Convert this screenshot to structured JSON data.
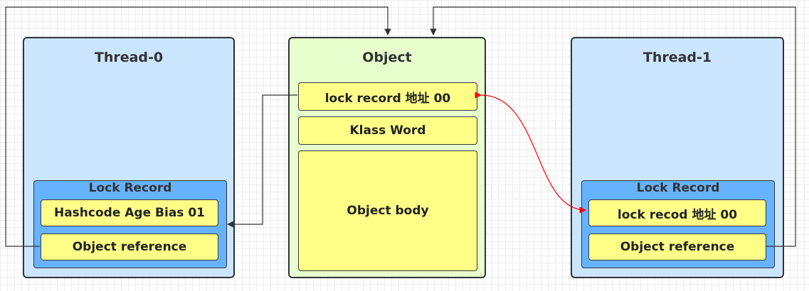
{
  "colors": {
    "thread_fill": "#cce5ff",
    "object_fill": "#e6ffcc",
    "lock_record_fill": "#66b2ff",
    "cell_fill": "#ffff88",
    "red_arrow": "#ff0000",
    "dark_line": "#333333"
  },
  "thread0": {
    "title": "Thread-0",
    "lock_record": {
      "title": "Lock Record",
      "cell1": "Hashcode Age Bias 01",
      "cell2": "Object reference"
    }
  },
  "object": {
    "title": "Object",
    "mark_word": "lock  record 地址 00",
    "klass_word": "Klass Word",
    "body": "Object body"
  },
  "thread1": {
    "title": "Thread-1",
    "lock_record": {
      "title": "Lock Record",
      "cell1": "lock recod 地址 00",
      "cell2": "Object reference"
    }
  }
}
